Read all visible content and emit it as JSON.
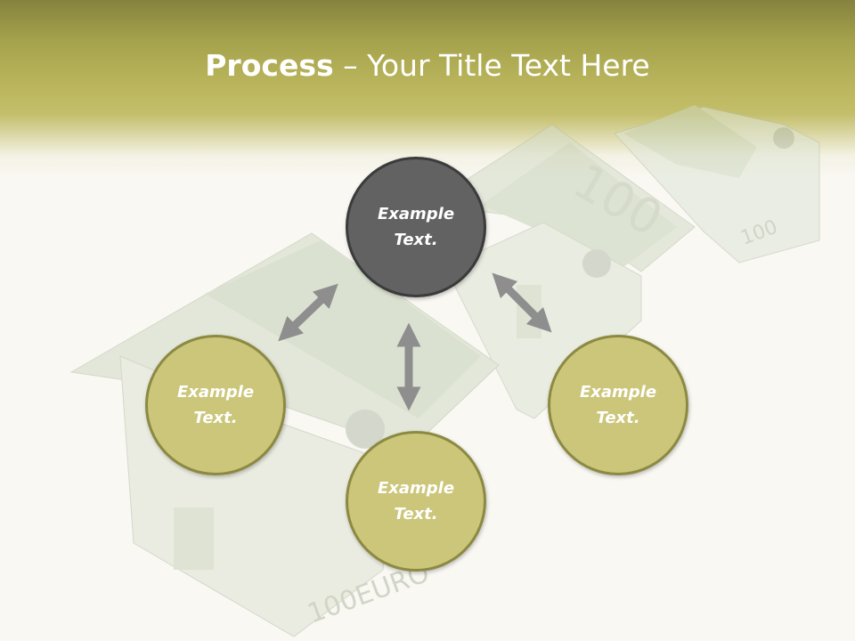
{
  "slide": {
    "title_bold": "Process",
    "title_rest": " – Your Title Text Here"
  },
  "nodes": [
    {
      "text": "Example\nText."
    },
    {
      "text": "Example\nText."
    },
    {
      "text": "Example\nText."
    },
    {
      "text": "Example\nText."
    }
  ],
  "background": {
    "label_1": "100",
    "label_2": "100EURO",
    "label_3": "100"
  },
  "colors": {
    "header_dark": "#85823f",
    "header_mid": "#bcb75e",
    "circle_dark": "#626262",
    "circle_olive": "#cbc67a",
    "circle_border": "#8c8a42",
    "arrow": "#8e8e8e"
  }
}
